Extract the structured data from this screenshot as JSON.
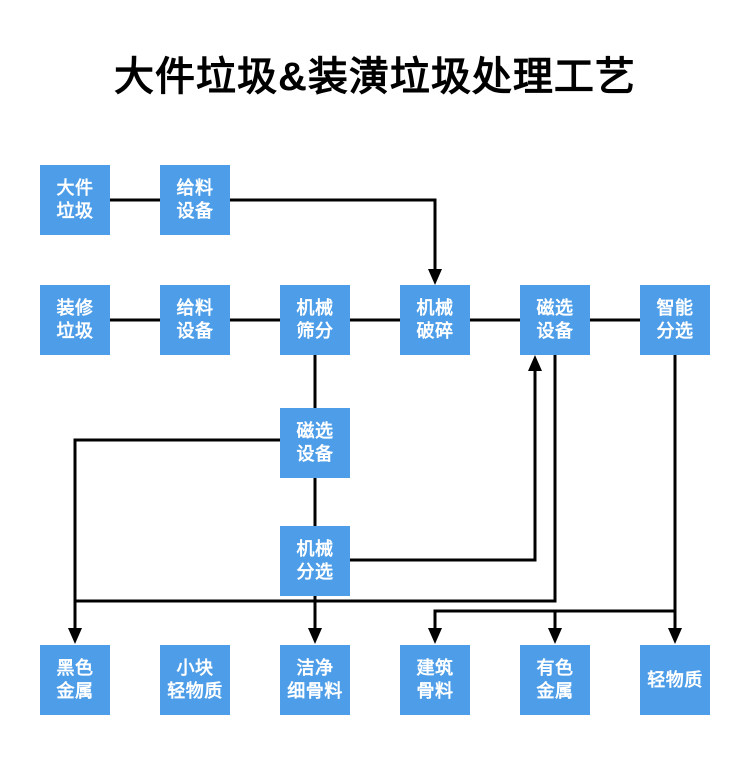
{
  "title": "大件垃圾&装潢垃圾处理工艺",
  "colors": {
    "node_fill": "#4D9DE8",
    "node_text": "#FFFFFF",
    "connector": "#000000",
    "background": "#FFFFFF"
  },
  "nodes": {
    "bulky_waste": "大件\n垃圾",
    "feeder_top": "给料\n设备",
    "deco_waste": "装修\n垃圾",
    "feeder_mid": "给料\n设备",
    "mech_screening": "机械\n筛分",
    "mech_crushing": "机械\n破碎",
    "magnetic_right": "磁选\n设备",
    "smart_sorting": "智能\n分选",
    "magnetic_mid": "磁选\n设备",
    "mech_sorting": "机械\n分选",
    "black_metal": "黑色\n金属",
    "small_light_matter": "小块\n轻物质",
    "clean_fine_aggregate": "洁净\n细骨料",
    "construction_aggregate": "建筑\n骨料",
    "nonferrous_metal": "有色\n金属",
    "light_matter": "轻物质"
  },
  "edges": [
    {
      "from": "大件垃圾",
      "to": "给料设备(上)",
      "arrow": false
    },
    {
      "from": "给料设备(上)",
      "to": "机械破碎",
      "arrow": true
    },
    {
      "from": "装修垃圾",
      "to": "给料设备(中)",
      "arrow": false
    },
    {
      "from": "给料设备(中)",
      "to": "机械筛分",
      "arrow": false
    },
    {
      "from": "机械筛分",
      "to": "机械破碎",
      "arrow": false
    },
    {
      "from": "机械破碎",
      "to": "磁选设备(右)",
      "arrow": false
    },
    {
      "from": "磁选设备(右)",
      "to": "智能分选",
      "arrow": false
    },
    {
      "from": "机械筛分",
      "to": "磁选设备(中)",
      "arrow": false
    },
    {
      "from": "磁选设备(中)",
      "to": "机械分选",
      "arrow": false
    },
    {
      "from": "磁选设备(中)",
      "to": "黑色金属",
      "arrow": true
    },
    {
      "from": "磁选设备(右)",
      "to": "黑色金属",
      "arrow": true
    },
    {
      "from": "机械分选",
      "to": "磁选设备(右)",
      "arrow": true
    },
    {
      "from": "机械分选",
      "to": "洁净细骨料",
      "arrow": true
    },
    {
      "from": "智能分选",
      "to": "建筑骨料",
      "arrow": true
    },
    {
      "from": "智能分选",
      "to": "有色金属",
      "arrow": true
    },
    {
      "from": "智能分选",
      "to": "轻物质",
      "arrow": true
    }
  ]
}
